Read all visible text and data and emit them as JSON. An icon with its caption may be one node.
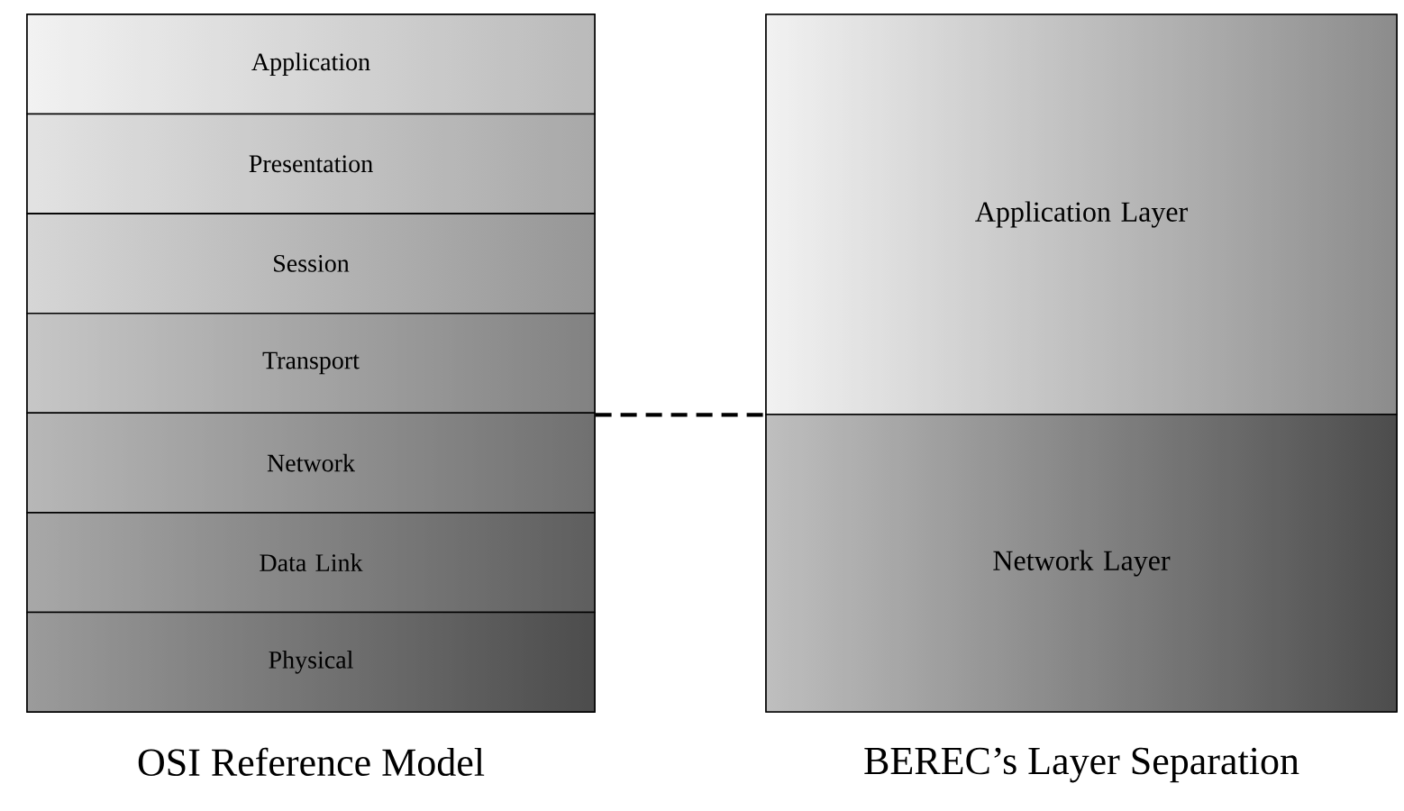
{
  "diagram": {
    "nodes": [
      {
        "text": [
          "OSI Reference Model"
        ]
      },
      {
        "text": [
          "Application"
        ],
        "in": 0
      },
      {
        "text": [
          "Presentation"
        ],
        "in": 0
      },
      {
        "text": [
          "Session"
        ],
        "in": 0
      },
      {
        "text": [
          "Transport"
        ],
        "in": 0
      },
      {
        "text": [
          "Network"
        ],
        "in": 0
      },
      {
        "text": [
          "Data Link"
        ],
        "in": 0
      },
      {
        "text": [
          "Physical"
        ],
        "in": 0
      },
      {
        "text": [
          "BEREC’s Layer Separation"
        ]
      },
      {
        "text": [
          "Application Layer"
        ],
        "in": 8
      },
      {
        "text": [
          "Network Layer"
        ],
        "in": 8
      }
    ],
    "edges": [
      {
        "from": 0,
        "to": 8,
        "arrow": "none",
        "style": "dashed"
      }
    ]
  }
}
